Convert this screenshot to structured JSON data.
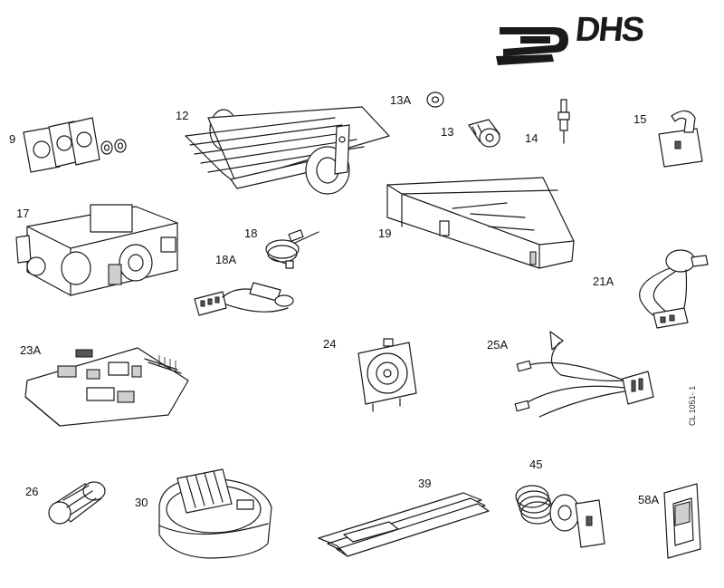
{
  "brand": {
    "name": "DHS",
    "mark": "DHS-logo-icon"
  },
  "reference": "CL 1051- 1",
  "parts": [
    {
      "id": "9",
      "icon": "gasket-set-icon"
    },
    {
      "id": "12",
      "icon": "burner-assembly-icon"
    },
    {
      "id": "13A",
      "icon": "washer-icon"
    },
    {
      "id": "13",
      "icon": "injector-icon"
    },
    {
      "id": "14",
      "icon": "electrode-icon"
    },
    {
      "id": "15",
      "icon": "clip-icon"
    },
    {
      "id": "17",
      "icon": "gas-valve-icon"
    },
    {
      "id": "18",
      "icon": "thermocouple-icon"
    },
    {
      "id": "18A",
      "icon": "sensor-lead-icon"
    },
    {
      "id": "19",
      "icon": "control-panel-icon"
    },
    {
      "id": "21A",
      "icon": "potentiometer-icon"
    },
    {
      "id": "23A",
      "icon": "pcb-icon"
    },
    {
      "id": "24",
      "icon": "pressure-switch-icon"
    },
    {
      "id": "25A",
      "icon": "thermistor-harness-icon"
    },
    {
      "id": "26",
      "icon": "knob-icon"
    },
    {
      "id": "30",
      "icon": "fan-icon"
    },
    {
      "id": "39",
      "icon": "insulation-strips-icon"
    },
    {
      "id": "45",
      "icon": "thermostat-icon"
    },
    {
      "id": "58A",
      "icon": "rocker-switch-icon"
    }
  ]
}
